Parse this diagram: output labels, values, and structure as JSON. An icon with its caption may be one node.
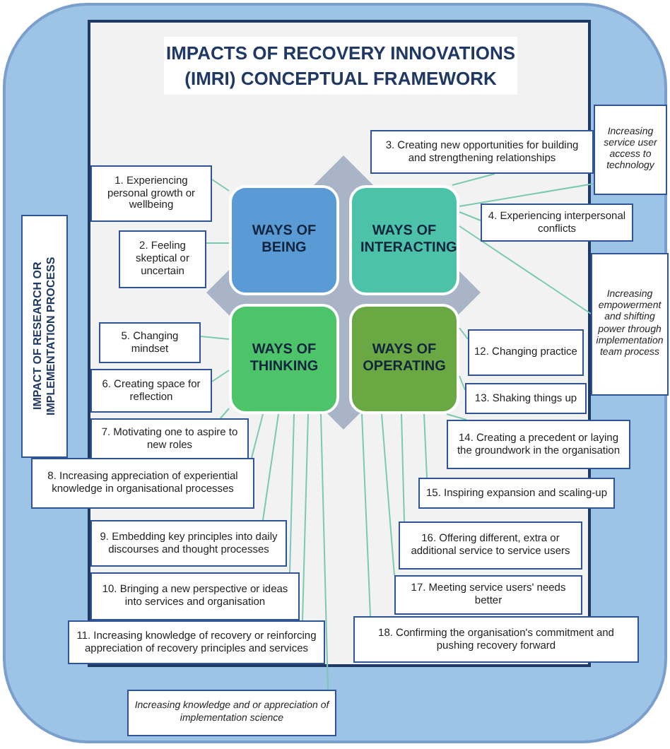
{
  "diagram": {
    "nodes": [
      {
        "text": [],
        "shape": "box"
      },
      {
        "text": [
          "IMPACTS OF RECOVERY INNOVATIONS (IMRI) CONCEPTUAL FRAMEWORK"
        ],
        "in": 0
      },
      {
        "text": [
          "IMPACT OF RESEARCH OR IMPLEMENTATION PROCESS"
        ],
        "in": 0
      },
      {
        "text": [
          "WAYS OF BEING"
        ],
        "in": 1
      },
      {
        "text": [
          "WAYS OF INTERACTING"
        ],
        "in": 1
      },
      {
        "text": [
          "WAYS OF THINKING"
        ],
        "in": 1
      },
      {
        "text": [
          "WAYS OF OPERATING"
        ],
        "in": 1
      },
      {
        "text": [
          "1. Experiencing personal growth or wellbeing"
        ],
        "in": 1
      },
      {
        "text": [
          "2. Feeling skeptical or uncertain"
        ],
        "in": 1
      },
      {
        "text": [
          "3. Creating new opportunities for building and strengthening relationships"
        ],
        "in": 1
      },
      {
        "text": [
          "4. Experiencing interpersonal conflicts"
        ],
        "in": 0
      },
      {
        "text": [
          "5. Changing mindset"
        ],
        "in": 1
      },
      {
        "text": [
          "6. Creating space for reflection"
        ],
        "in": 1
      },
      {
        "text": [
          "7. Motivating one to aspire to new roles"
        ],
        "in": 1
      },
      {
        "text": [
          "8. Increasing appreciation of experiential knowledge in organisational processes"
        ],
        "in": 0
      },
      {
        "text": [
          "9. Embedding key principles into daily discourses and thought processes"
        ],
        "in": 1
      },
      {
        "text": [
          "10. Bringing a new perspective or ideas into services and organisation"
        ],
        "in": 1
      },
      {
        "text": [
          "11. Increasing knowledge of recovery or reinforcing appreciation of recovery principles and services"
        ],
        "in": 0
      },
      {
        "text": [
          "12. Changing practice"
        ],
        "in": 1
      },
      {
        "text": [
          "13. Shaking things up"
        ],
        "in": 1
      },
      {
        "text": [
          "14. Creating a precedent or laying the groundwork in the organisation"
        ],
        "in": 0
      },
      {
        "text": [
          "15. Inspiring expansion and scaling-up"
        ],
        "in": 0
      },
      {
        "text": [
          "16. Offering different, extra or additional service to service users"
        ],
        "in": 1
      },
      {
        "text": [
          "17. Meeting service users' needs better"
        ],
        "in": 1
      },
      {
        "text": [
          "18. Confirming the organisation's commitment and pushing recovery forward"
        ],
        "in": 0
      },
      {
        "text": [
          "Increasing service user access to technology"
        ],
        "in": 0
      },
      {
        "text": [
          "Increasing empowerment and shifting power through implementation team process"
        ],
        "in": 0
      },
      {
        "text": [
          "Increasing knowledge and or appreciation of implementation science"
        ],
        "in": 0
      }
    ],
    "edges": [
      {
        "from": 3,
        "to": 7,
        "arrow": "none"
      },
      {
        "from": 3,
        "to": 8,
        "arrow": "none"
      },
      {
        "from": 4,
        "to": 9,
        "arrow": "none"
      },
      {
        "from": 4,
        "to": 25,
        "arrow": "none"
      },
      {
        "from": 4,
        "to": 10,
        "arrow": "none"
      },
      {
        "from": 4,
        "to": 26,
        "arrow": "none"
      },
      {
        "from": 5,
        "to": 11,
        "arrow": "none"
      },
      {
        "from": 5,
        "to": 12,
        "arrow": "none"
      },
      {
        "from": 5,
        "to": 13,
        "arrow": "none"
      },
      {
        "from": 5,
        "to": 14,
        "arrow": "none"
      },
      {
        "from": 5,
        "to": 15,
        "arrow": "none"
      },
      {
        "from": 5,
        "to": 16,
        "arrow": "none"
      },
      {
        "from": 5,
        "to": 17,
        "arrow": "none"
      },
      {
        "from": 5,
        "to": 27,
        "arrow": "none"
      },
      {
        "from": 6,
        "to": 18,
        "arrow": "none"
      },
      {
        "from": 6,
        "to": 19,
        "arrow": "none"
      },
      {
        "from": 6,
        "to": 20,
        "arrow": "none"
      },
      {
        "from": 6,
        "to": 21,
        "arrow": "none"
      },
      {
        "from": 6,
        "to": 22,
        "arrow": "none"
      },
      {
        "from": 6,
        "to": 23,
        "arrow": "none"
      },
      {
        "from": 6,
        "to": 24,
        "arrow": "none"
      }
    ]
  }
}
